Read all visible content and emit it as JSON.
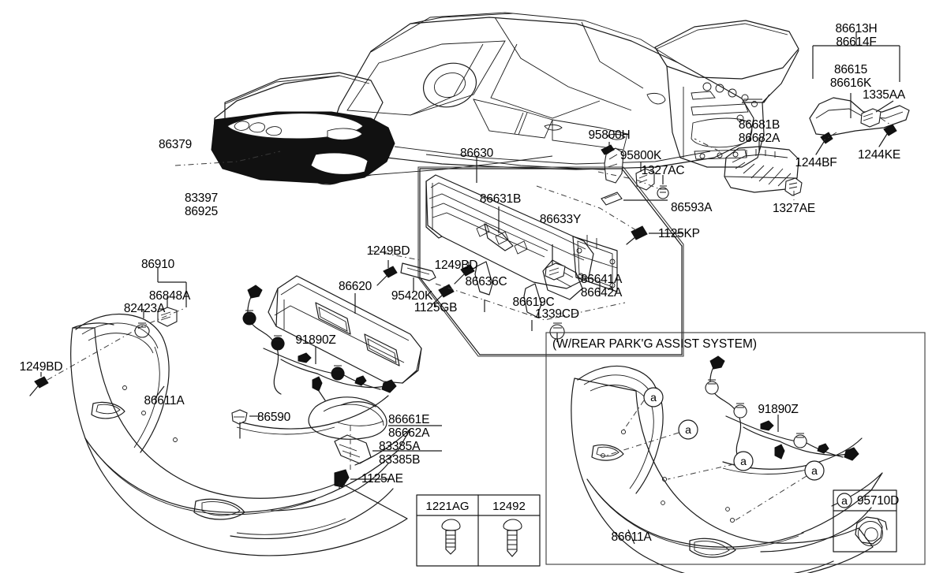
{
  "diagram": {
    "title_inset": "(W/REAR PARK'G ASSIST SYSTEM)",
    "callout_letter": "a",
    "callout_part": "95710D"
  },
  "labels": {
    "l_86379": "86379",
    "l_83397": "83397",
    "l_86925": "86925",
    "l_86613H": "86613H",
    "l_86614F": "86614F",
    "l_86615": "86615",
    "l_86616K": "86616K",
    "l_1335AA": "1335AA",
    "l_1244BF": "1244BF",
    "l_1244KE": "1244KE",
    "l_86681B": "86681B",
    "l_86682A": "86682A",
    "l_1327AE": "1327AE",
    "l_95800H": "95800H",
    "l_95800K": "95800K",
    "l_1327AC": "1327AC",
    "l_86593A": "86593A",
    "l_1125KP": "1125KP",
    "l_86630": "86630",
    "l_86631B": "86631B",
    "l_86633Y": "86633Y",
    "l_86641A": "86641A",
    "l_86642A": "86642A",
    "l_86619C": "86619C",
    "l_1339CD": "1339CD",
    "l_86636C": "86636C",
    "l_1249BD_a": "1249BD",
    "l_1249BD_b": "1249BD",
    "l_95420K": "95420K",
    "l_1125GB": "1125GB",
    "l_86910": "86910",
    "l_86848A": "86848A",
    "l_82423A": "82423A",
    "l_1249BD_c": "1249BD",
    "l_86611A": "86611A",
    "l_86590": "86590",
    "l_86620": "86620",
    "l_91890Z": "91890Z",
    "l_86661E": "86661E",
    "l_86662A": "86662A",
    "l_83385A": "83385A",
    "l_83385B": "83385B",
    "l_1125AE": "1125AE",
    "l_91890Z_inset": "91890Z",
    "l_86611A_inset": "86611A"
  },
  "fastener_table": {
    "columns": [
      "1221AG",
      "12492"
    ]
  },
  "colors": {
    "line": "#1a1a1a",
    "fill_dark": "#111111",
    "paper": "#ffffff"
  }
}
